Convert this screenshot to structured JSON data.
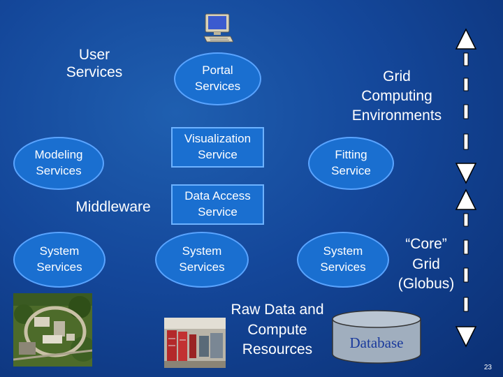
{
  "labels": {
    "user_services": "User\nServices",
    "grid_env": "Grid\nComputing\nEnvironments",
    "middleware": "Middleware",
    "core_grid": "“Core”\nGrid\n(Globus)",
    "raw_data": "Raw Data and\nCompute\nResources"
  },
  "nodes": {
    "portal": "Portal\nServices",
    "modeling": "Modeling\nServices",
    "visualization": "Visualization\nService",
    "fitting": "Fitting\nService",
    "data_access": "Data Access\nService",
    "system1": "System\nServices",
    "system2": "System\nServices",
    "system3": "System\nServices"
  },
  "database": "Database",
  "page_number": "23",
  "colors": {
    "background": "#14479a",
    "node_fill": "#1a6fd0",
    "node_border": "#5aa4ff",
    "arrow": "#ffffff"
  }
}
